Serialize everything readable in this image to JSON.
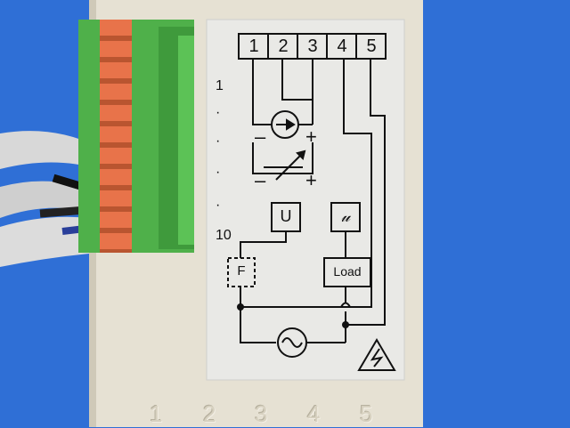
{
  "terminals": [
    "1",
    "2",
    "3",
    "4",
    "5"
  ],
  "row_marks": [
    "1",
    "·",
    "·",
    "·",
    "·",
    "10"
  ],
  "boxes": {
    "u_upper": "U",
    "u_script": "𝓊",
    "fuse": "F",
    "load": "Load"
  },
  "signs": {
    "minus": "–",
    "plus": "+"
  },
  "embossed_numbers": [
    "1",
    "2",
    "3",
    "4",
    "5"
  ],
  "icons": [
    "current-source-icon",
    "variable-resistor-icon",
    "ac-source-icon",
    "high-voltage-warning-icon"
  ],
  "colors": {
    "background": "#2f6fd6",
    "housing": "#e6e1d3",
    "panel": "#e9e9e6",
    "connector_green": "#4fb04a",
    "spring_orange": "#e8734a",
    "ink": "#111111"
  }
}
